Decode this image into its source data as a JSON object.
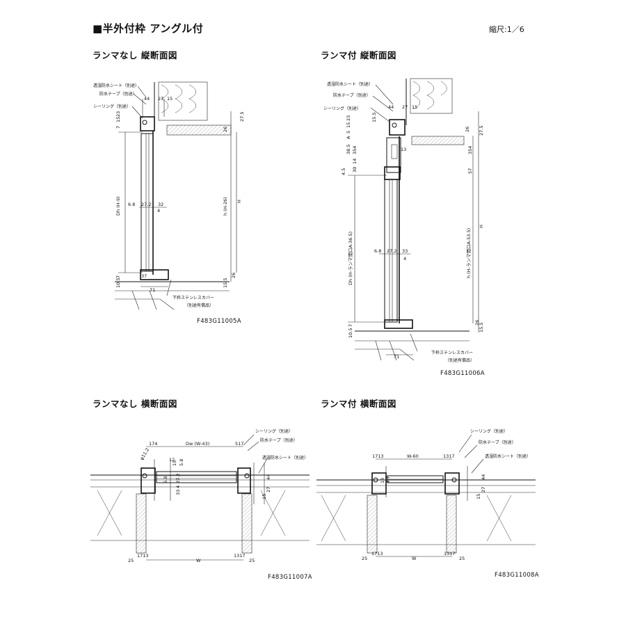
{
  "header": {
    "title": "■半外付枠 アングル付",
    "scale": "縮尺:1／6"
  },
  "sections": {
    "v_no_ranma": {
      "title": "ランマなし 縦断面図",
      "code": "F483G11005A",
      "labels": {
        "sheet": "透湿防水シート（別途）",
        "tape": "防水テープ（別途）",
        "sealing": "シーリング（別途）",
        "cover1": "下枠ステンレスカバー",
        "cover2": "（別途有償品）"
      },
      "dims": {
        "d44": "44",
        "d27": "27",
        "d15": "15",
        "d275": "27.5",
        "d26a": "26",
        "d7": "7",
        "d15b": "15",
        "d23": "23",
        "dh": "Dh (H-9)",
        "hh": "h (H-26)",
        "H": "H",
        "d68": "6.8",
        "d272": "27.2",
        "d32": "32",
        "d4": "4",
        "d105": "10.5",
        "d7b": "7",
        "d26b": "26",
        "d155": "15.5",
        "d71": "71",
        "d37": "37"
      }
    },
    "v_ranma": {
      "title": "ランマ付 縦断面図",
      "code": "F483G11006A",
      "labels": {
        "sheet": "透湿防水シート（別途）",
        "tape": "防水テープ（別途）",
        "sealing": "シーリング（別途）",
        "cover1": "下枠ステンレスカバー",
        "cover2": "（別途有償品）"
      },
      "dims": {
        "d44": "44",
        "d27": "27",
        "d15": "15",
        "d155a": "15.5",
        "d275": "27.5",
        "d26a": "26",
        "d23": "23",
        "d15b": "15",
        "d15c": "5",
        "A": "A",
        "d385": "38.5",
        "d354a": "354",
        "d14": "14",
        "d30": "30",
        "d45": "4.5",
        "d13": "13",
        "d354b": "354",
        "d57": "57",
        "dh": "Dh (H-ランマ開口A-36.5)",
        "hh": "h (H-ランマ開口A-53.5)",
        "H": "H",
        "d68": "6.8",
        "d272": "27.2",
        "d33": "33",
        "d4": "4",
        "d105": "10.5",
        "d7": "7",
        "d155b": "15.5",
        "d26b": "26",
        "d71": "71"
      }
    },
    "h_no_ranma": {
      "title": "ランマなし 横断面図",
      "code": "F483G11007A",
      "labels": {
        "sealing": "シーリング（別途）",
        "tape": "防水テープ（別途）",
        "sheet": "透湿防水シート（別途）"
      },
      "dims": {
        "phi": "φ11.2",
        "d174": "174",
        "dw": "Dw (W-43)",
        "d517": "517",
        "d12": "12",
        "d15": "15",
        "d58": "5.8",
        "d68": "6.8",
        "d272": "27.2",
        "d4": "4",
        "d33": "33",
        "d27": "27",
        "d44": "44",
        "d15b": "15",
        "d25a": "25",
        "d1713a": "1713",
        "W": "W",
        "d1317": "1317",
        "d25b": "25"
      }
    },
    "h_ranma": {
      "title": "ランマ付 横断面図",
      "code": "F483G11008A",
      "labels": {
        "sealing": "シーリング（別途）",
        "tape": "防水テープ（別途）",
        "sheet": "透湿防水シート（別途）"
      },
      "dims": {
        "d1713a": "1713",
        "w60": "W-60",
        "d1317a": "1317",
        "d13": "13",
        "d47": "4.7",
        "d15": "15",
        "d27": "27",
        "d44": "44",
        "d25a": "25",
        "d1713b": "1713",
        "W": "W",
        "d1317b": "1317",
        "d25b": "25"
      }
    }
  }
}
